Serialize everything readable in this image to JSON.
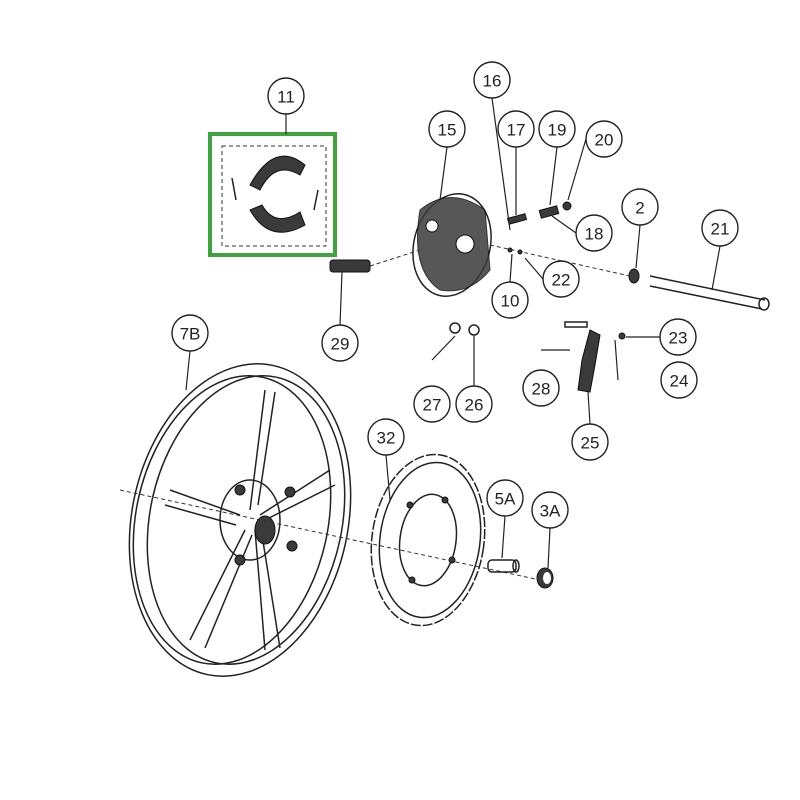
{
  "diagram": {
    "type": "exploded-parts-view",
    "highlight_color": "#3fa33f",
    "highlighted_part": "11",
    "callouts": [
      "11",
      "16",
      "17",
      "19",
      "20",
      "15",
      "2",
      "21",
      "18",
      "22",
      "10",
      "29",
      "7B",
      "23",
      "28",
      "24",
      "27",
      "26",
      "25",
      "32",
      "5A",
      "3A"
    ]
  }
}
